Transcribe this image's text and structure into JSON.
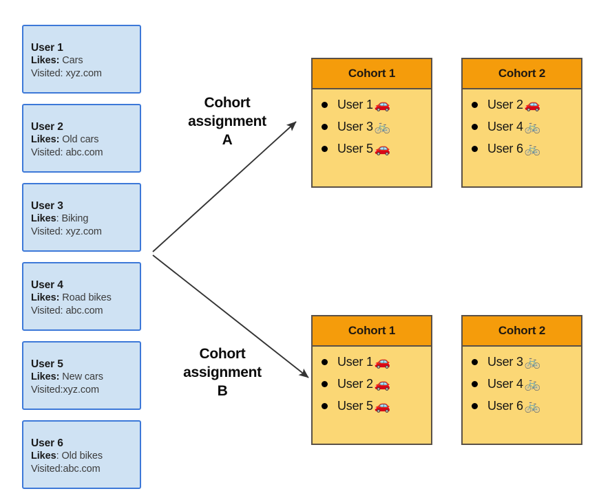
{
  "users": [
    {
      "name": "User 1",
      "likes_label": "Likes:",
      "likes_value": "Cars",
      "visited_label": "Visited:",
      "visited_value": "xyz.com"
    },
    {
      "name": "User 2",
      "likes_label": "Likes:",
      "likes_value": "Old cars",
      "visited_label": "Visited:",
      "visited_value": "abc.com"
    },
    {
      "name": "User 3",
      "likes_label": "Likes",
      "likes_value": ": Biking",
      "visited_label": "Visited:",
      "visited_value": "xyz.com"
    },
    {
      "name": "User 4",
      "likes_label": "Likes:",
      "likes_value": "Road bikes",
      "visited_label": "Visited:",
      "visited_value": "abc.com"
    },
    {
      "name": "User 5",
      "likes_label": "Likes:",
      "likes_value": "New cars",
      "visited_label": "Visited:",
      "visited_value": "xyz.com"
    },
    {
      "name": "User 6",
      "likes_label": "Likes",
      "likes_value": ": Old bikes",
      "visited_label": "Visited:",
      "visited_value": "abc.com"
    }
  ],
  "assignments": [
    {
      "label_line1": "Cohort",
      "label_line2": "assignment",
      "label_line3": "A",
      "cohorts": [
        {
          "title": "Cohort 1",
          "members": [
            {
              "label": "User 1",
              "icon": "car-icon",
              "emoji": "🚗"
            },
            {
              "label": "User 3",
              "icon": "bike-icon",
              "emoji": "🚲"
            },
            {
              "label": "User 5",
              "icon": "car-icon",
              "emoji": "🚗"
            }
          ]
        },
        {
          "title": "Cohort 2",
          "members": [
            {
              "label": "User 2",
              "icon": "car-icon",
              "emoji": "🚗"
            },
            {
              "label": "User 4",
              "icon": "bike-icon",
              "emoji": "🚲"
            },
            {
              "label": "User 6",
              "icon": "bike-icon",
              "emoji": "🚲"
            }
          ]
        }
      ]
    },
    {
      "label_line1": "Cohort",
      "label_line2": "assignment",
      "label_line3": "B",
      "cohorts": [
        {
          "title": "Cohort 1",
          "members": [
            {
              "label": "User 1",
              "icon": "car-icon",
              "emoji": "🚗"
            },
            {
              "label": "User 2",
              "icon": "car-icon",
              "emoji": "🚗"
            },
            {
              "label": "User 5",
              "icon": "car-icon",
              "emoji": "🚗"
            }
          ]
        },
        {
          "title": "Cohort 2",
          "members": [
            {
              "label": "User 3",
              "icon": "bike-icon",
              "emoji": "🚲"
            },
            {
              "label": "User 4",
              "icon": "bike-icon",
              "emoji": "🚲"
            },
            {
              "label": "User 6",
              "icon": "bike-icon",
              "emoji": "🚲"
            }
          ]
        }
      ]
    }
  ],
  "colors": {
    "user_card_fill": "#cfe2f3",
    "user_card_border": "#3c78d8",
    "cohort_header_fill": "#f59c0b",
    "cohort_body_fill": "#fbd775",
    "cohort_border": "#595047",
    "arrow": "#333333",
    "text": "#1a1a1a"
  }
}
